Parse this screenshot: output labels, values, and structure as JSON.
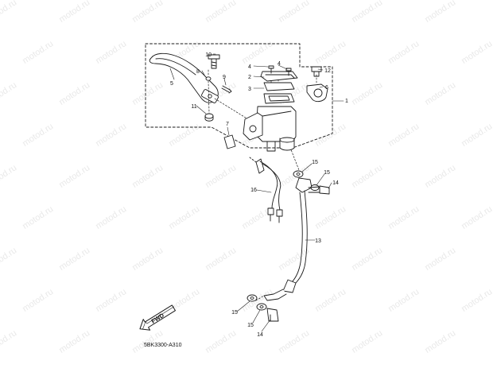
{
  "watermark": "motod.ru",
  "callouts": {
    "c1": "1",
    "c2": "2",
    "c3": "3",
    "c4a": "4",
    "c4b": "4",
    "c5": "5",
    "c6": "6",
    "c7": "7",
    "c8": "8",
    "c9": "9",
    "c10": "10",
    "c11": "11",
    "c12": "12",
    "c13": "13",
    "c14a": "14",
    "c14b": "14",
    "c15a": "15",
    "c15b": "15",
    "c15c": "15",
    "c15d": "15",
    "c16": "16"
  },
  "direction_label": "FWD",
  "diagram_code": "5BK3300-A310",
  "colors": {
    "line": "#1a1a1a",
    "fill": "#ffffff",
    "watermark": "#e9e9e9"
  }
}
